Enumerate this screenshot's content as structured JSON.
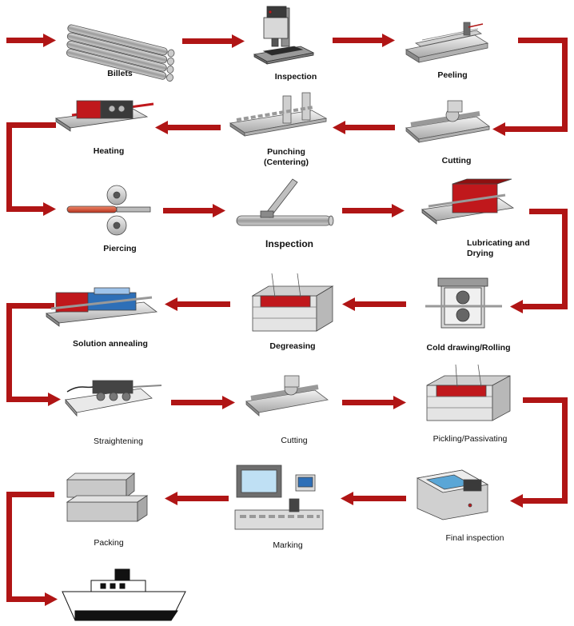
{
  "steps": [
    {
      "id": "billets",
      "label": "Billets",
      "icon": "billets-icon"
    },
    {
      "id": "inspection1",
      "label": "Inspection",
      "icon": "vertical-press-icon"
    },
    {
      "id": "peeling",
      "label": "Peeling",
      "icon": "peeling-machine-icon"
    },
    {
      "id": "cutting1",
      "label": "Cutting",
      "icon": "saw-cutting-icon"
    },
    {
      "id": "punching",
      "label": "Punching\n(Centering)",
      "icon": "punching-machine-icon"
    },
    {
      "id": "heating",
      "label": "Heating",
      "icon": "heating-furnace-icon"
    },
    {
      "id": "piercing",
      "label": "Piercing",
      "icon": "piercing-rolls-icon"
    },
    {
      "id": "inspection2",
      "label": "Inspection",
      "icon": "tube-inspection-icon"
    },
    {
      "id": "lubricating",
      "label": "Lubricating and\nDrying",
      "icon": "lubricating-tank-icon"
    },
    {
      "id": "cold_drawing",
      "label": "Cold drawing/Rolling",
      "icon": "rolling-mill-icon"
    },
    {
      "id": "degreasing",
      "label": "Degreasing",
      "icon": "degreasing-tank-icon"
    },
    {
      "id": "solution_annealing",
      "label": "Solution annealing",
      "icon": "annealing-furnace-icon"
    },
    {
      "id": "straightening",
      "label": "Straightening",
      "icon": "straightening-machine-icon"
    },
    {
      "id": "cutting2",
      "label": "Cutting",
      "icon": "saw-cutting-icon"
    },
    {
      "id": "pickling",
      "label": "Pickling/Passivating",
      "icon": "pickling-tank-icon"
    },
    {
      "id": "final_inspection",
      "label": "Final inspection",
      "icon": "inspection-monitor-icon"
    },
    {
      "id": "marking",
      "label": "Marking",
      "icon": "marking-machine-icon"
    },
    {
      "id": "packing",
      "label": "Packing",
      "icon": "packing-boxes-icon"
    },
    {
      "id": "shipping",
      "label": "",
      "icon": "ship-icon"
    }
  ],
  "colors": {
    "arrow": "#b01515",
    "machine": "#d9d9d9",
    "machine_dark": "#5a5a5a",
    "heat": "#c0181c",
    "accent_blue": "#2e6fb7"
  }
}
